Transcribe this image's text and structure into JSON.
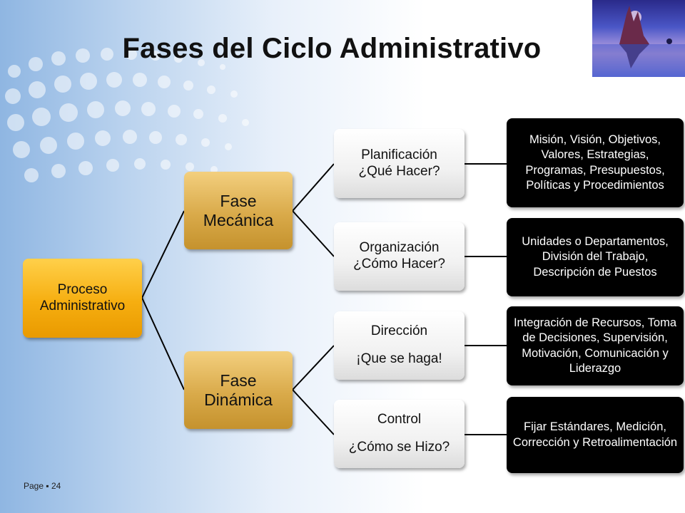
{
  "title": "Fases del Ciclo Administrativo",
  "root": "Proceso Administrativo",
  "phases": [
    {
      "label": "Fase Mecánica"
    },
    {
      "label": "Fase Dinámica"
    }
  ],
  "steps": [
    {
      "name": "Planificación",
      "question": "¿Qué Hacer?"
    },
    {
      "name": "Organización",
      "question": "¿Cómo Hacer?"
    },
    {
      "name": "Dirección",
      "question": "¡Que se haga!"
    },
    {
      "name": "Control",
      "question": "¿Cómo se Hizo?"
    }
  ],
  "details": [
    "Misión, Visión, Objetivos, Valores, Estrategias, Programas, Presupuestos, Políticas y Procedimientos",
    "Unidades o Departamentos, División del Trabajo, Descripción de Puestos",
    "Integración de Recursos, Toma de Decisiones, Supervisión, Motivación, Comunicación y Liderazgo",
    "Fijar Estándares, Medición, Corrección y Retroalimentación"
  ],
  "footer": {
    "page_label": "Page",
    "bullet": "▪",
    "page_number": "24"
  },
  "colors": {
    "root": "#f6ae10",
    "phase": "#d9aa4a",
    "step": "#f1f1f1",
    "detail": "#000000"
  }
}
